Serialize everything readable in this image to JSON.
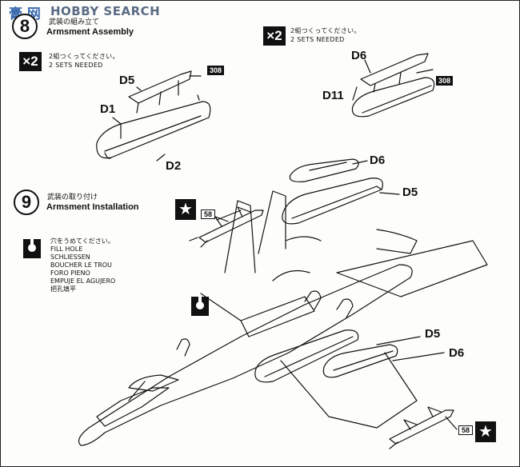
{
  "watermark": {
    "chinese": "膏 网",
    "english": "HOBBY SEARCH"
  },
  "step8": {
    "number": "8",
    "jp_title": "武装の組み立て",
    "en_title": "Armsment Assembly"
  },
  "left_note": {
    "multiplier": "×2",
    "jp": "2組つくってください。",
    "en": "2 SETS NEEDED"
  },
  "right_note": {
    "multiplier": "×2",
    "jp": "2組つくってください。",
    "en": "2 SETS NEEDED"
  },
  "step9": {
    "number": "9",
    "jp_title": "武装の取り付け",
    "en_title": "Armsment Installation"
  },
  "fill_hole": {
    "lines": [
      "穴をうめてください。",
      "FILL HOLE",
      "SCHLIESSEN",
      "BOUCHER LE TROU",
      "FORO PIENO",
      "EMPUJE EL AGUJERO",
      "把孔填平"
    ]
  },
  "labels": {
    "d5_left": "D5",
    "d1": "D1",
    "d2": "D2",
    "p308_left": "308",
    "d6_right": "D6",
    "d11": "D11",
    "p308_right": "308",
    "d6_top": "D6",
    "d5_top": "D5",
    "p58_top": "58",
    "d5_bottom": "D5",
    "d6_bottom": "D6",
    "p58_bottom": "58"
  },
  "icons": {
    "star": "★"
  }
}
